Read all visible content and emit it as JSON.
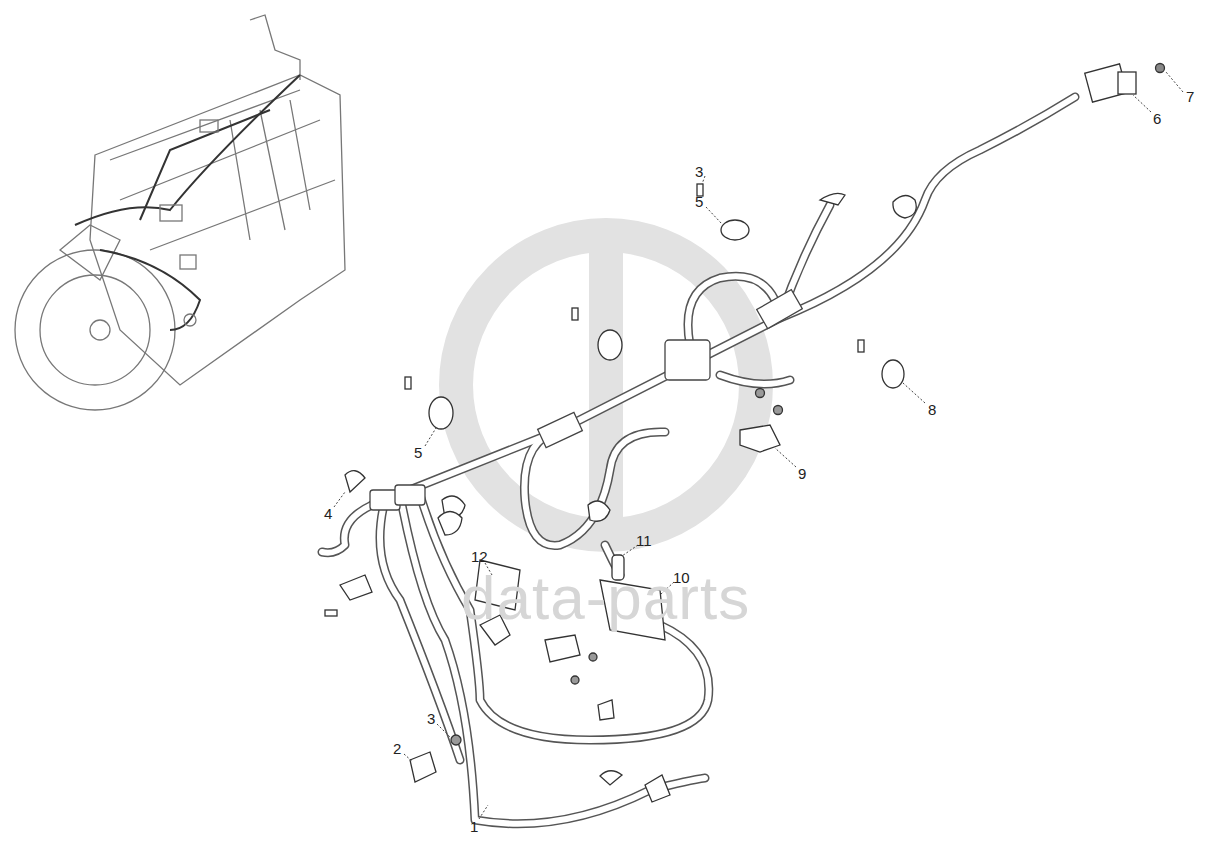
{
  "diagram": {
    "labels": [
      "7",
      "6",
      "3",
      "5",
      "8",
      "5",
      "9",
      "4",
      "11",
      "12",
      "10",
      "3",
      "2",
      "1",
      "data-parts"
    ]
  }
}
